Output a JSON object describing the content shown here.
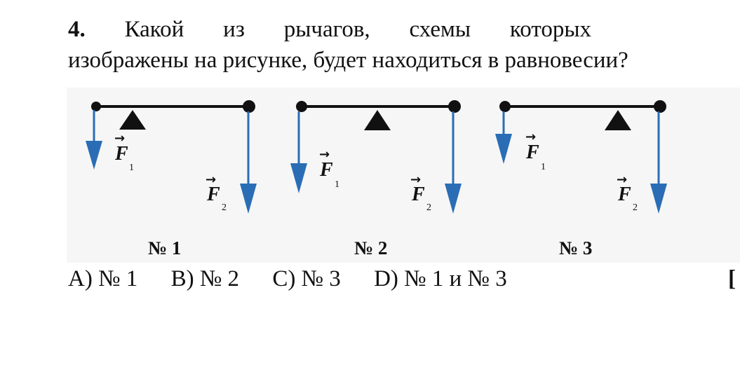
{
  "question": {
    "number": "4.",
    "words_line1": [
      "Какой",
      "из",
      "рычагов,",
      "схемы",
      "которых"
    ],
    "line2": "изображены на рисунке, будет находиться в равновесии?"
  },
  "figures": [
    {
      "label": "№ 1",
      "f1": "F",
      "f1_sub": "1",
      "f2": "F",
      "f2_sub": "2"
    },
    {
      "label": "№ 2",
      "f1": "F",
      "f1_sub": "1",
      "f2": "F",
      "f2_sub": "2"
    },
    {
      "label": "№ 3",
      "f1": "F",
      "f1_sub": "1",
      "f2": "F",
      "f2_sub": "2"
    }
  ],
  "answers": [
    "А) № 1",
    "В) № 2",
    "С) № 3",
    "D) № 1 и № 3"
  ],
  "right_edge_bracket": "[",
  "colors": {
    "arrow": "#2a6db5",
    "lever": "#111111",
    "text": "#111111"
  }
}
